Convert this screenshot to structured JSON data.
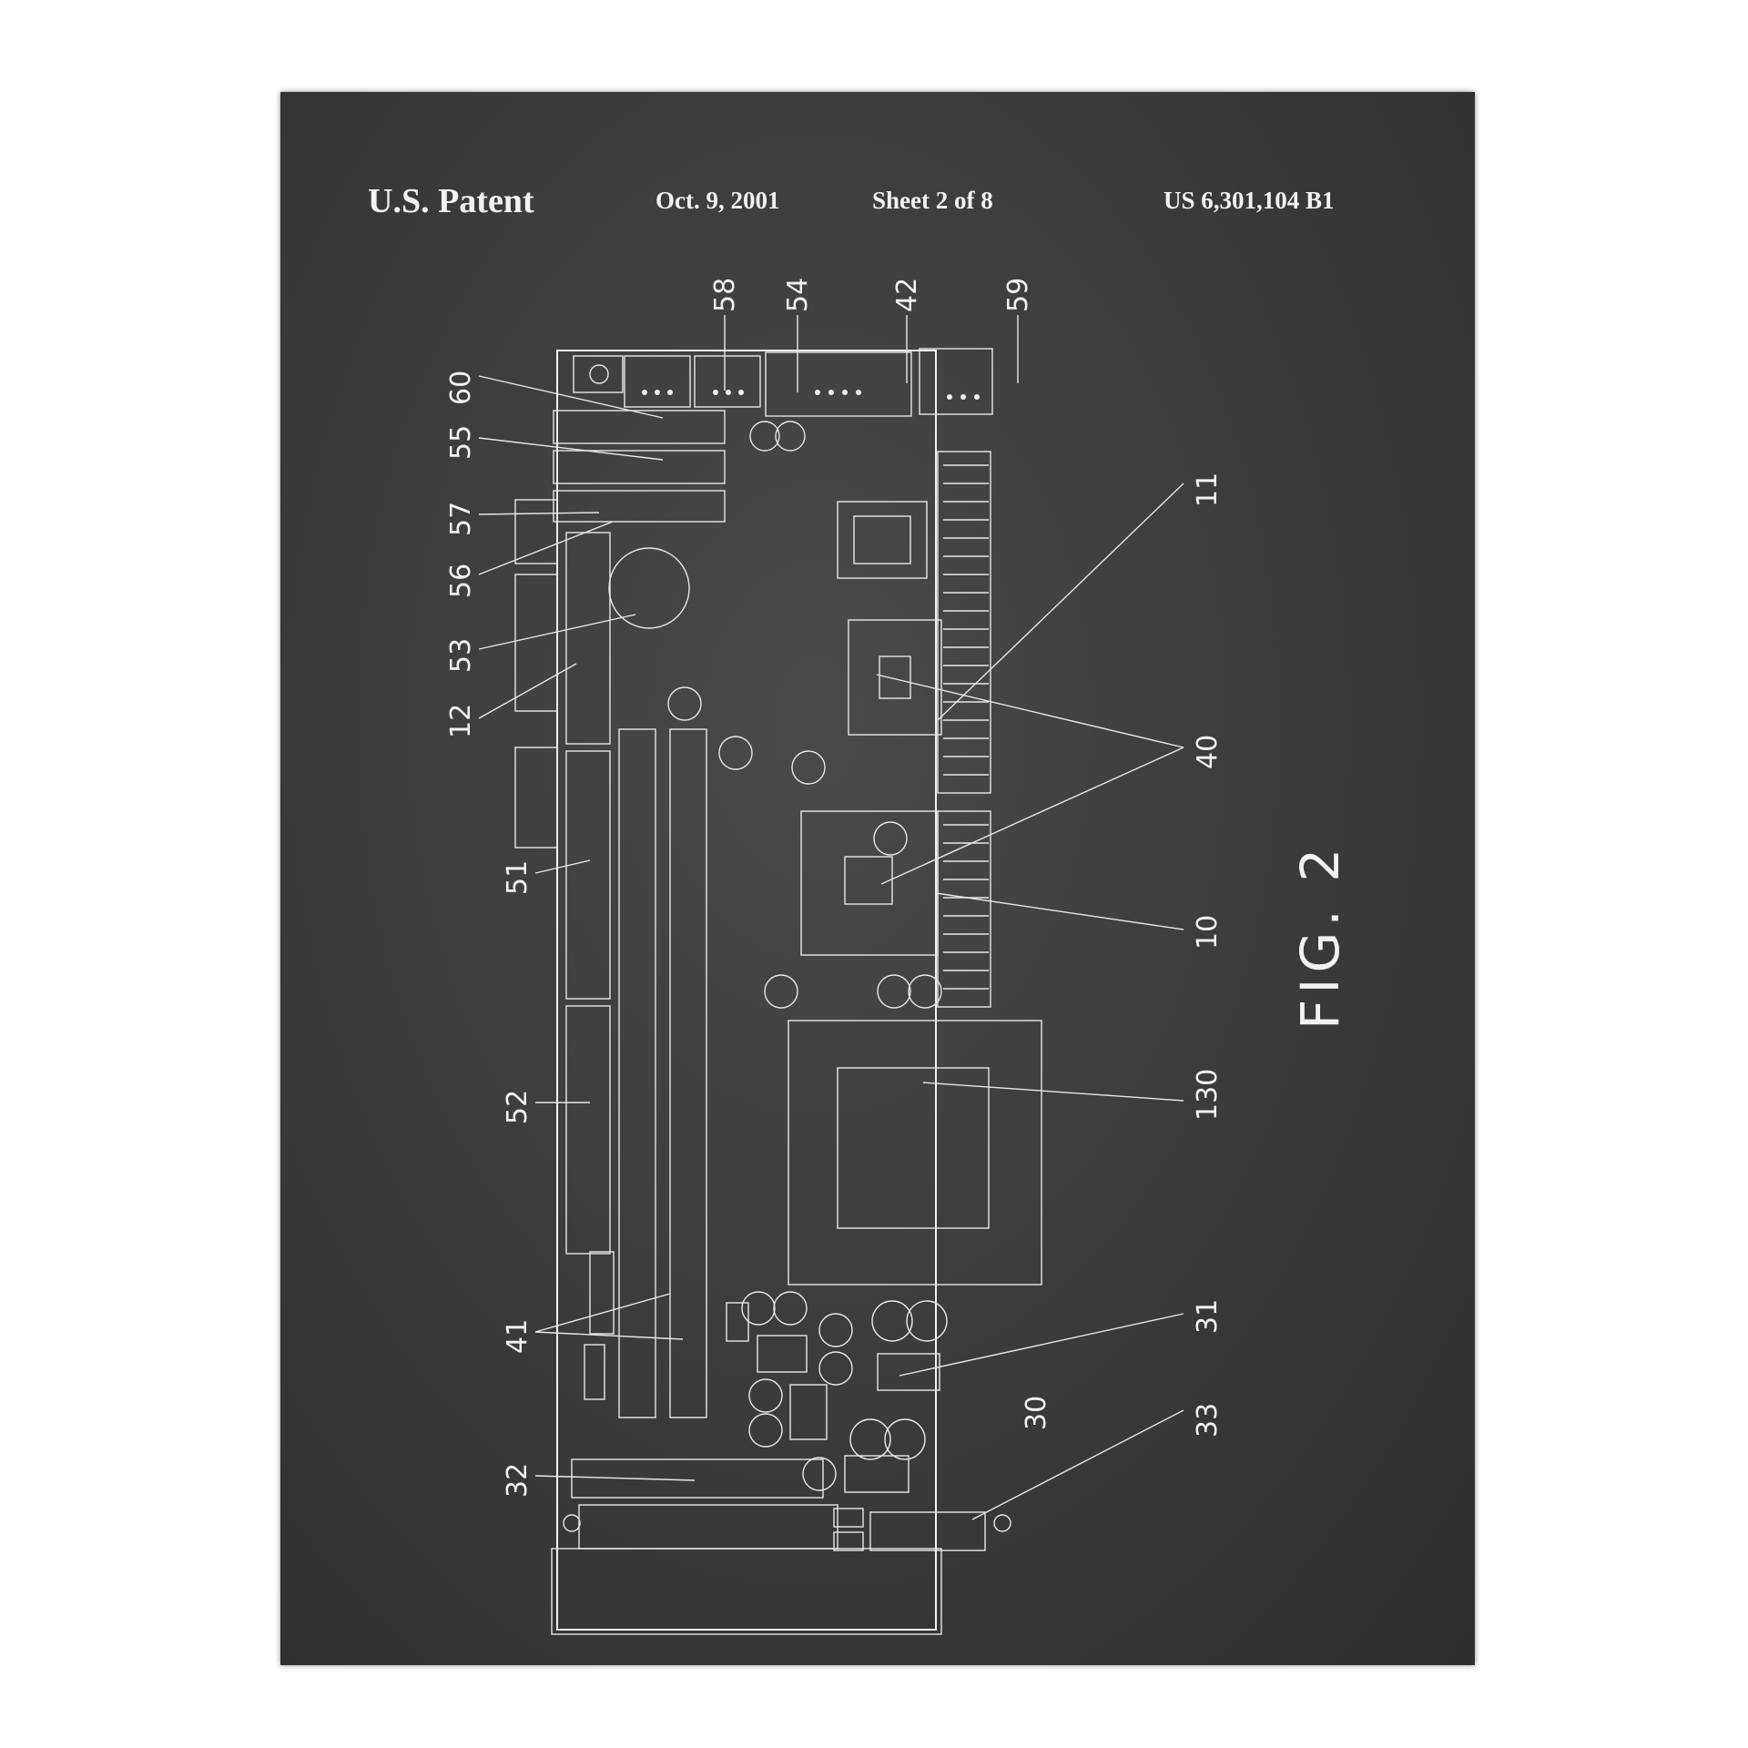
{
  "header": {
    "title": "U.S. Patent",
    "date": "Oct. 9, 2001",
    "sheet": "Sheet 2 of 8",
    "patent_number": "US 6,301,104 B1"
  },
  "figure_label": "FIG. 2",
  "reference_numerals": {
    "r58": "58",
    "r54": "54",
    "r42": "42",
    "r59": "59",
    "r60": "60",
    "r55": "55",
    "r57": "57",
    "r56": "56",
    "r53": "53",
    "r12": "12",
    "r51": "51",
    "r52": "52",
    "r41": "41",
    "r32": "32",
    "r11": "11",
    "r40": "40",
    "r10": "10",
    "r130": "130",
    "r31": "31",
    "r30": "30",
    "r33": "33"
  },
  "colors": {
    "chalkboard": "#3a3a3a",
    "chalk": "#f2f2f2",
    "frame": "#ffffff"
  }
}
